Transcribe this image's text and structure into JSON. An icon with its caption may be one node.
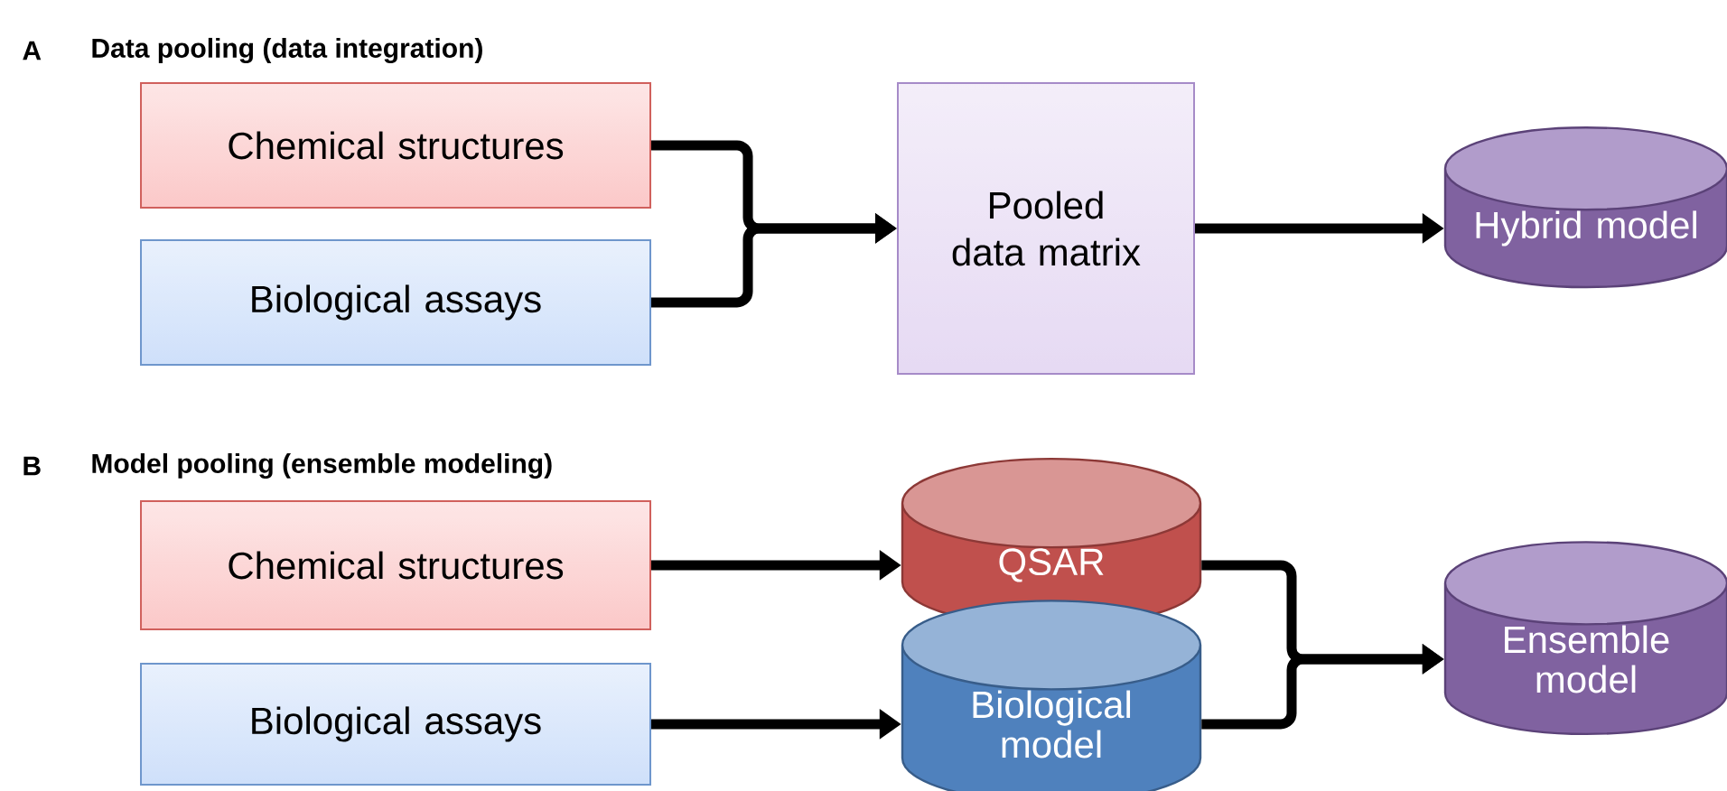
{
  "diagram": {
    "nodes": [
      {
        "text": [
          "Chemical structures"
        ]
      },
      {
        "text": [
          "Biological assays"
        ]
      },
      {
        "text": [
          "Pooled data matrix"
        ]
      },
      {
        "text": [
          "Hybrid model"
        ]
      },
      {
        "text": [
          "Chemical structures"
        ]
      },
      {
        "text": [
          "Biological assays"
        ]
      },
      {
        "text": [
          "QSAR"
        ]
      },
      {
        "text": [
          "Biological model"
        ]
      },
      {
        "text": [
          "Ensemble model"
        ]
      }
    ],
    "edges": [
      {
        "from": 0,
        "to": 2,
        "arrow": "to"
      },
      {
        "from": 1,
        "to": 2,
        "arrow": "to"
      },
      {
        "from": 2,
        "to": 3,
        "arrow": "to"
      },
      {
        "from": 4,
        "to": 6,
        "arrow": "to"
      },
      {
        "from": 5,
        "to": 7,
        "arrow": "to"
      },
      {
        "from": 6,
        "to": 8,
        "arrow": "to"
      },
      {
        "from": 7,
        "to": 8,
        "arrow": "to"
      }
    ],
    "labels": [
      "A",
      "Data pooling (data integration)",
      "B",
      "Model pooling (ensemble modeling)"
    ]
  }
}
